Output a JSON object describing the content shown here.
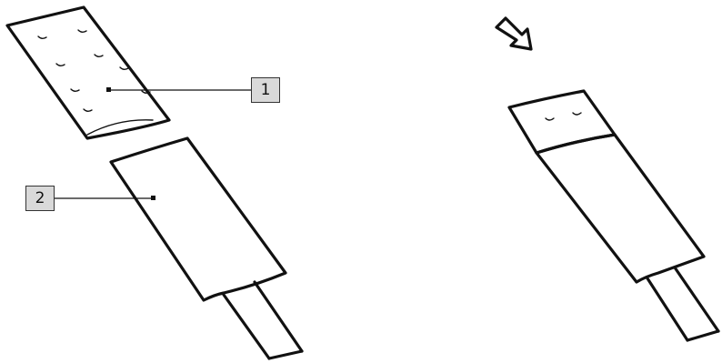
{
  "callouts": [
    {
      "label": "1",
      "refers_to": "patch"
    },
    {
      "label": "2",
      "refers_to": "tip"
    }
  ],
  "colors": {
    "line": "#111111",
    "callout_fill": "#d9d9d9",
    "callout_border": "#333333",
    "background": "#ffffff"
  },
  "icons": [
    "arrow-down-right-icon"
  ]
}
